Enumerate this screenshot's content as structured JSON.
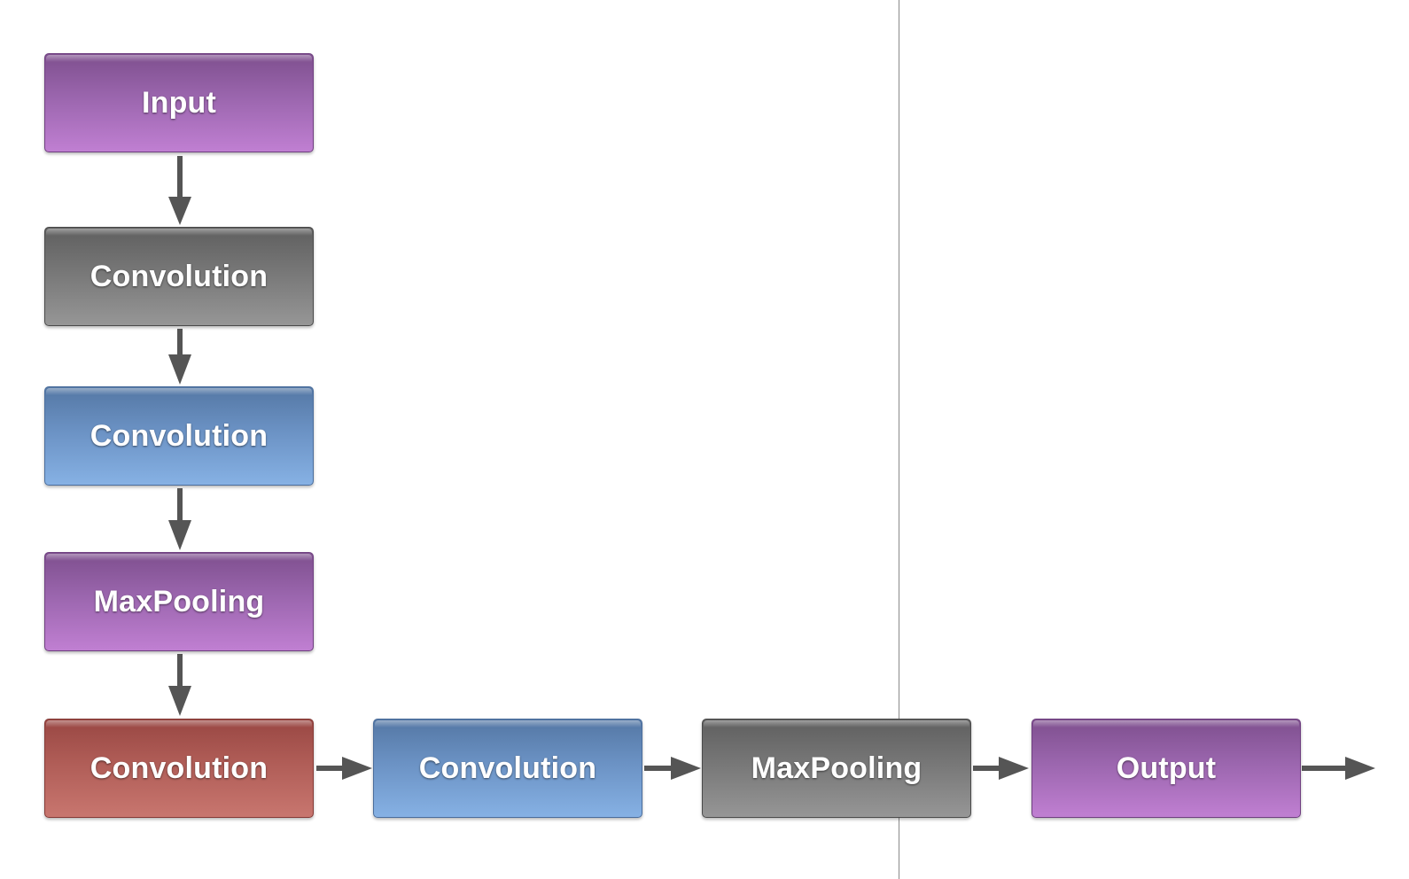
{
  "diagram": {
    "nodes": [
      {
        "id": "input",
        "label": "Input",
        "color": "#9b66ae"
      },
      {
        "id": "conv1",
        "label": "Convolution",
        "color": "#777777"
      },
      {
        "id": "conv2",
        "label": "Convolution",
        "color": "#6b92c4"
      },
      {
        "id": "pool1",
        "label": "MaxPooling",
        "color": "#9b66ae"
      },
      {
        "id": "conv3",
        "label": "Convolution",
        "color": "#b05d57"
      },
      {
        "id": "conv4",
        "label": "Convolution",
        "color": "#6b92c4"
      },
      {
        "id": "pool2",
        "label": "MaxPooling",
        "color": "#777777"
      },
      {
        "id": "output",
        "label": "Output",
        "color": "#9b66ae"
      }
    ],
    "edges": [
      {
        "from": "input",
        "to": "conv1"
      },
      {
        "from": "conv1",
        "to": "conv2"
      },
      {
        "from": "conv2",
        "to": "pool1"
      },
      {
        "from": "pool1",
        "to": "conv3"
      },
      {
        "from": "conv3",
        "to": "conv4"
      },
      {
        "from": "conv4",
        "to": "pool2"
      },
      {
        "from": "pool2",
        "to": "output"
      },
      {
        "from": "output",
        "to": ""
      }
    ],
    "colors": {
      "arrow": "#555555",
      "divider": "#8a8a8a"
    }
  }
}
